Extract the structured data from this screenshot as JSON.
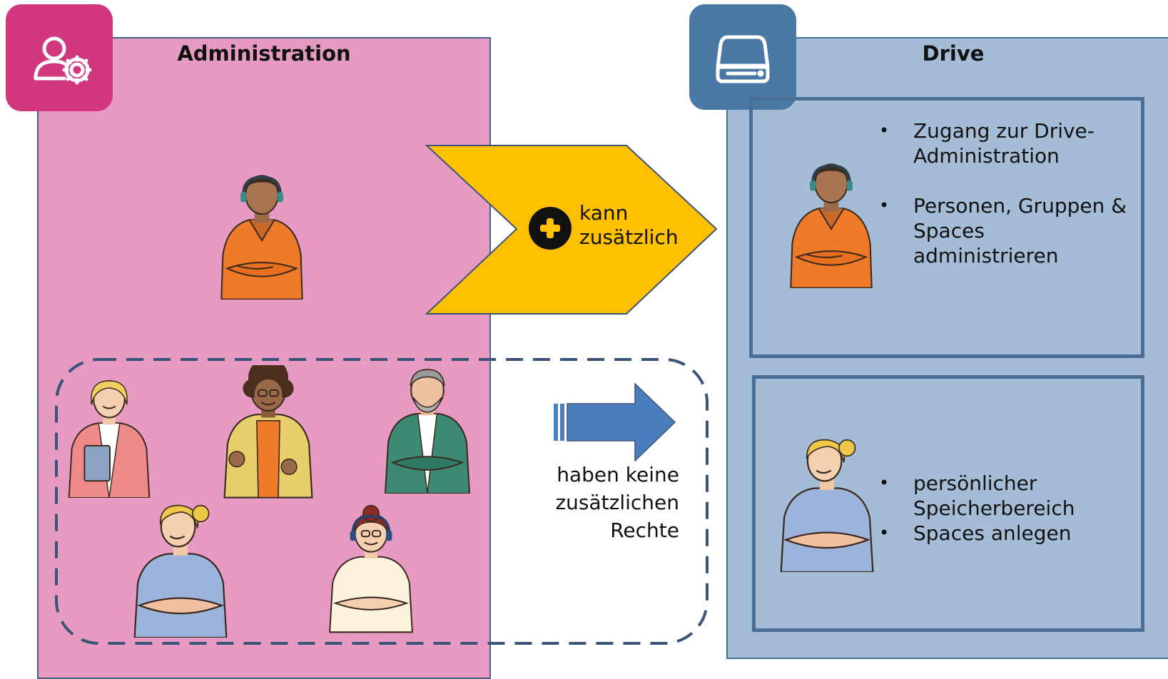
{
  "administration": {
    "title": "Administration",
    "icon": "user-gear-icon",
    "color": "#e79bc2",
    "tile_color": "#d1377f"
  },
  "drive": {
    "title": "Drive",
    "icon": "hard-drive-icon",
    "color": "#a5bcd6",
    "tile_color": "#4a79a6",
    "box1_items": [
      "Zugang zur Drive-Administration",
      "Personen, Gruppen & Spaces administrieren"
    ],
    "box2_items": [
      "persönlicher Speicherbereich",
      "Spaces anlegen"
    ]
  },
  "admin_arrow": {
    "text_line1": "kann",
    "text_line2": "zusätzlich",
    "icon": "plus-circle-icon",
    "color": "#ffc000"
  },
  "user_arrow": {
    "text_line1": "haben keine",
    "text_line2": "zusätzlichen",
    "text_line3": "Rechte",
    "color": "#4a7ebd"
  },
  "people": {
    "admin": "person-admin-orange-shirt-headset",
    "users": [
      "person-blonde-pink-jacket-tablet",
      "person-curly-hair-yellow-jacket-headset",
      "person-grey-beard-green-jacket",
      "person-blonde-blue-blouse",
      "person-red-hair-cream-sweater-headset"
    ]
  }
}
